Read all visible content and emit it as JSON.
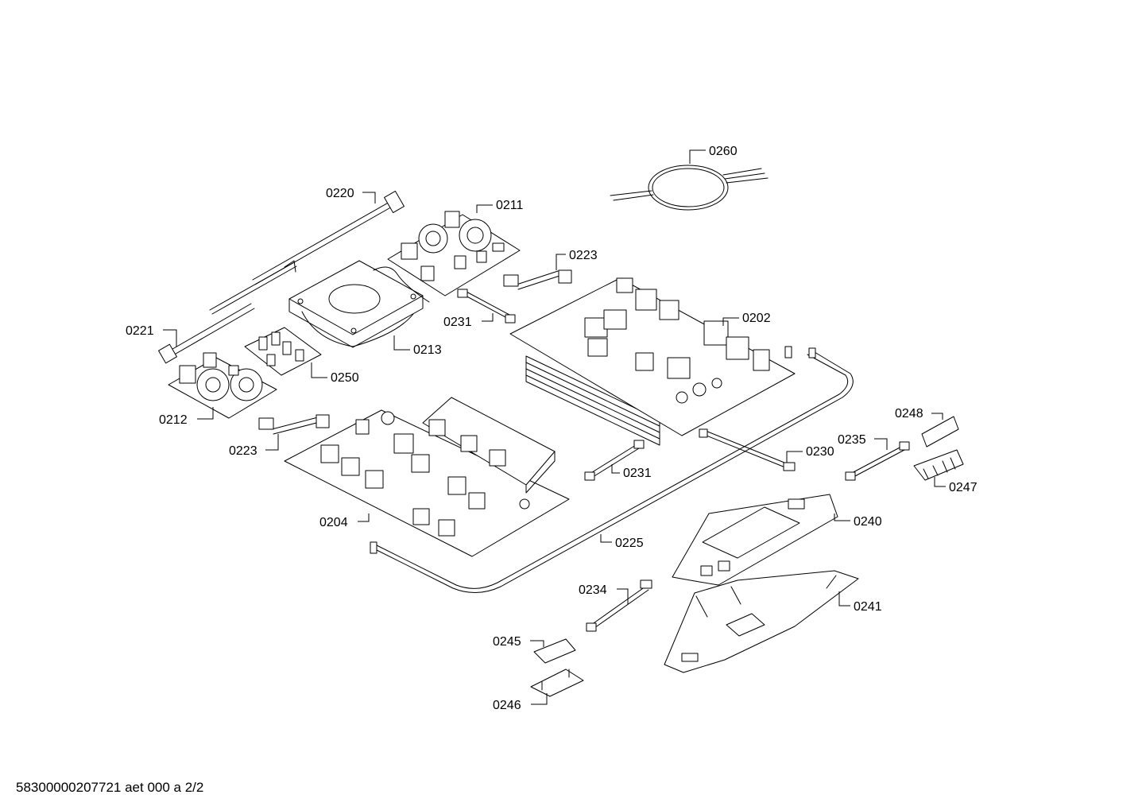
{
  "diagram": {
    "labels": {
      "p0260": "0260",
      "p0220": "0220",
      "p0211": "0211",
      "p0223_top": "0223",
      "p0221": "0221",
      "p0231_top": "0231",
      "p0213": "0213",
      "p0202": "0202",
      "p0250": "0250",
      "p0212": "0212",
      "p0248": "0248",
      "p0223_bottom": "0223",
      "p0235": "0235",
      "p0230": "0230",
      "p0231_bottom": "0231",
      "p0247": "0247",
      "p0240": "0240",
      "p0204": "0204",
      "p0225": "0225",
      "p0234": "0234",
      "p0241": "0241",
      "p0245": "0245",
      "p0246": "0246"
    }
  },
  "footer": {
    "document_code": "58300000207721 aet 000 a 2/2"
  }
}
